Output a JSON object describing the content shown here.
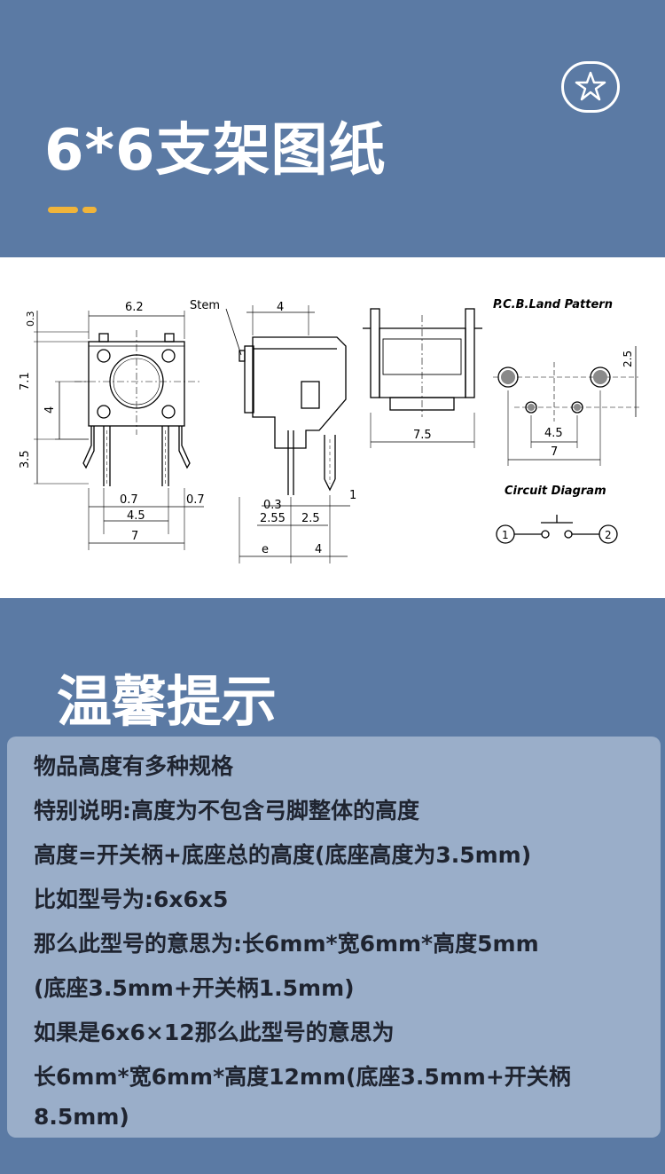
{
  "header": {
    "title": "6*6支架图纸",
    "badge_icon": "star-icon",
    "accent_color": "#f0b43a"
  },
  "drawing": {
    "labels": {
      "stem": "Stem",
      "pcb_land_pattern": "P.C.B.Land Pattern",
      "circuit_diagram": "Circuit Diagram"
    },
    "dimensions": {
      "top_width": "6.2",
      "top_offset": "0.3",
      "body_height": "7.1",
      "inner_height": "4",
      "pin_length": "3.5",
      "pin_width_left": "0.7",
      "pin_width_right": "0.7",
      "pin_pitch": "4.5",
      "overall_width": "7",
      "side_top": "4",
      "side_03": "0.3",
      "side_1": "1",
      "side_255": "2.55",
      "side_25": "2.5",
      "side_e": "e",
      "side_4": "4",
      "frame_width": "7.5",
      "pcb_25": "2.5",
      "pcb_45": "4.5",
      "pcb_7": "7"
    },
    "circuit": {
      "node_1": "1",
      "node_2": "2"
    }
  },
  "tips": {
    "title": "温馨提示",
    "lines": [
      "物品高度有多种规格",
      "特别说明:高度为不包含弓脚整体的高度",
      "高度=开关柄+底座总的高度(底座高度为3.5mm)",
      "比如型号为:6x6x5",
      "那么此型号的意思为:长6mm*宽6mm*高度5mm",
      "(底座3.5mm+开关柄1.5mm)",
      "如果是6x6×12那么此型号的意思为",
      "长6mm*宽6mm*高度12mm(底座3.5mm+开关柄",
      "8.5mm)"
    ]
  }
}
